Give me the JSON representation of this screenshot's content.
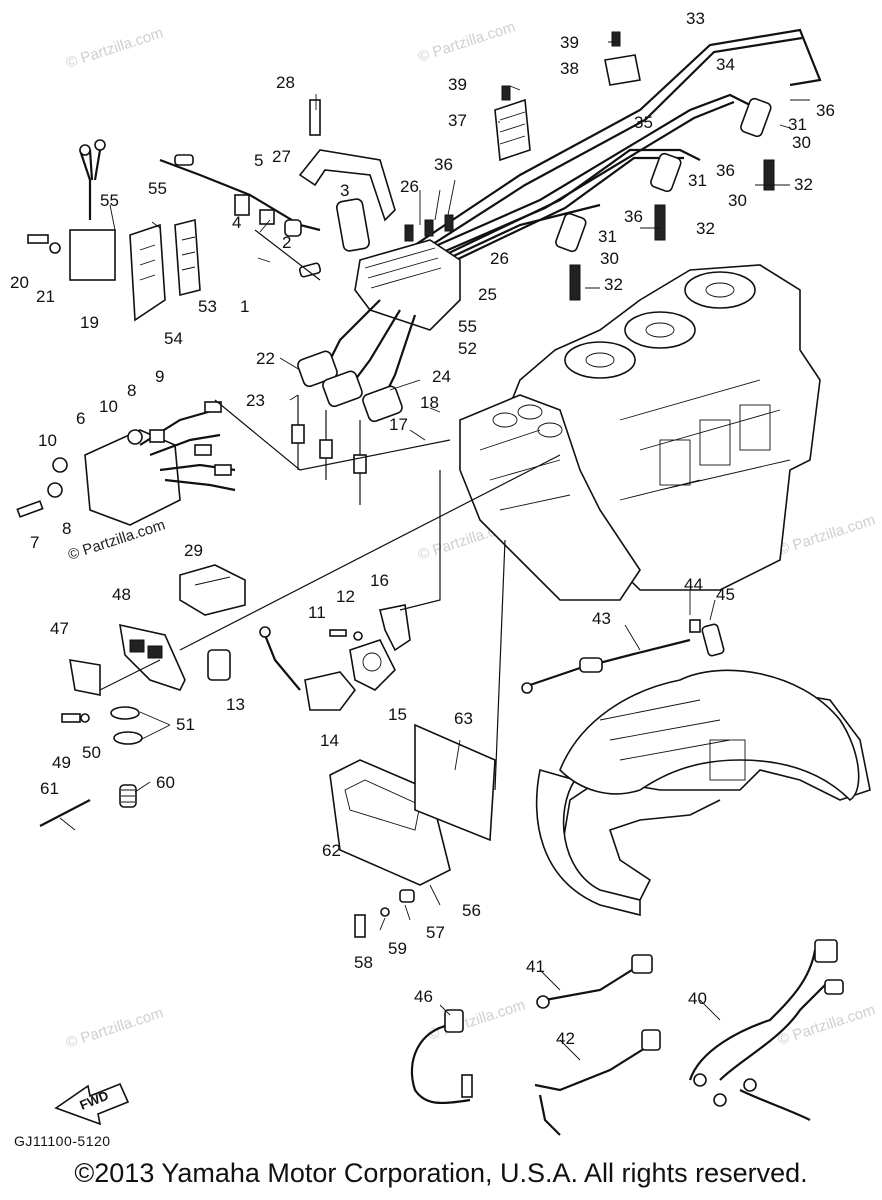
{
  "watermark_text": "© Partzilla.com",
  "callouts": [
    "1",
    "2",
    "3",
    "4",
    "5",
    "6",
    "7",
    "8",
    "8",
    "9",
    "10",
    "10",
    "11",
    "12",
    "13",
    "14",
    "15",
    "16",
    "17",
    "18",
    "19",
    "20",
    "21",
    "22",
    "23",
    "24",
    "25",
    "26",
    "26",
    "27",
    "28",
    "29",
    "30",
    "30",
    "30",
    "31",
    "31",
    "31",
    "32",
    "32",
    "32",
    "33",
    "34",
    "35",
    "36",
    "36",
    "36",
    "36",
    "37",
    "38",
    "39",
    "39",
    "40",
    "41",
    "42",
    "43",
    "44",
    "45",
    "46",
    "47",
    "48",
    "49",
    "50",
    "51",
    "52",
    "53",
    "54",
    "55",
    "55",
    "55",
    "56",
    "57",
    "58",
    "59",
    "60",
    "61",
    "62",
    "63"
  ],
  "fwd_label": "FWD",
  "drawing_code": "GJ11100-5120",
  "copyright": "©2013 Yamaha Motor Corporation, U.S.A. All rights reserved."
}
